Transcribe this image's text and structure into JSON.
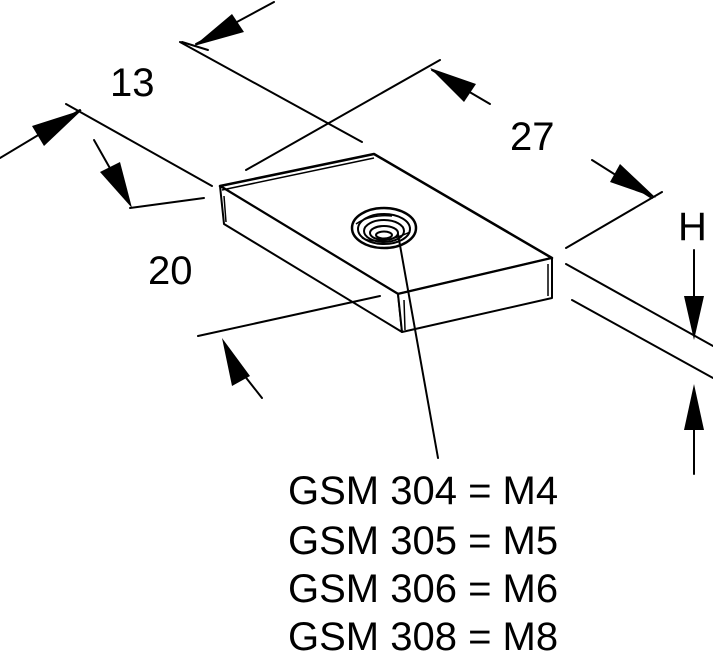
{
  "dimensions": {
    "length": "27",
    "width": "20",
    "hole_offset": "13",
    "height": "H"
  },
  "variants": [
    "GSM 304 = M4",
    "GSM 305 = M5",
    "GSM 306 = M6",
    "GSM 308 = M8"
  ]
}
